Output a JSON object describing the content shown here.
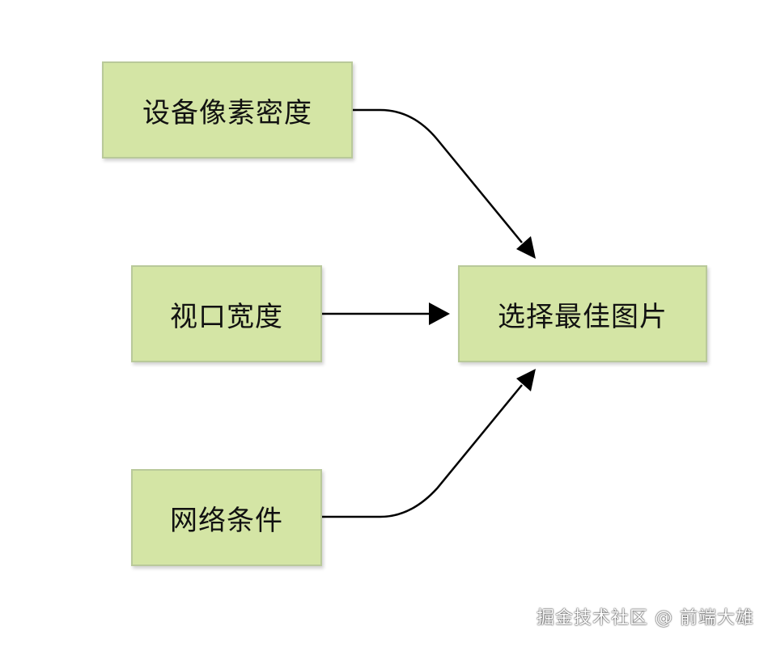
{
  "diagram": {
    "nodes": {
      "device_pixel_density": "设备像素密度",
      "viewport_width": "视口宽度",
      "network_conditions": "网络条件",
      "select_best_image": "选择最佳图片"
    },
    "edges": [
      {
        "from": "device_pixel_density",
        "to": "select_best_image"
      },
      {
        "from": "viewport_width",
        "to": "select_best_image"
      },
      {
        "from": "network_conditions",
        "to": "select_best_image"
      }
    ],
    "colors": {
      "node_fill": "#d4e5a5",
      "node_border": "#b9c99a",
      "edge": "#000000"
    }
  },
  "watermark": "掘金技术社区 @ 前端大雄"
}
